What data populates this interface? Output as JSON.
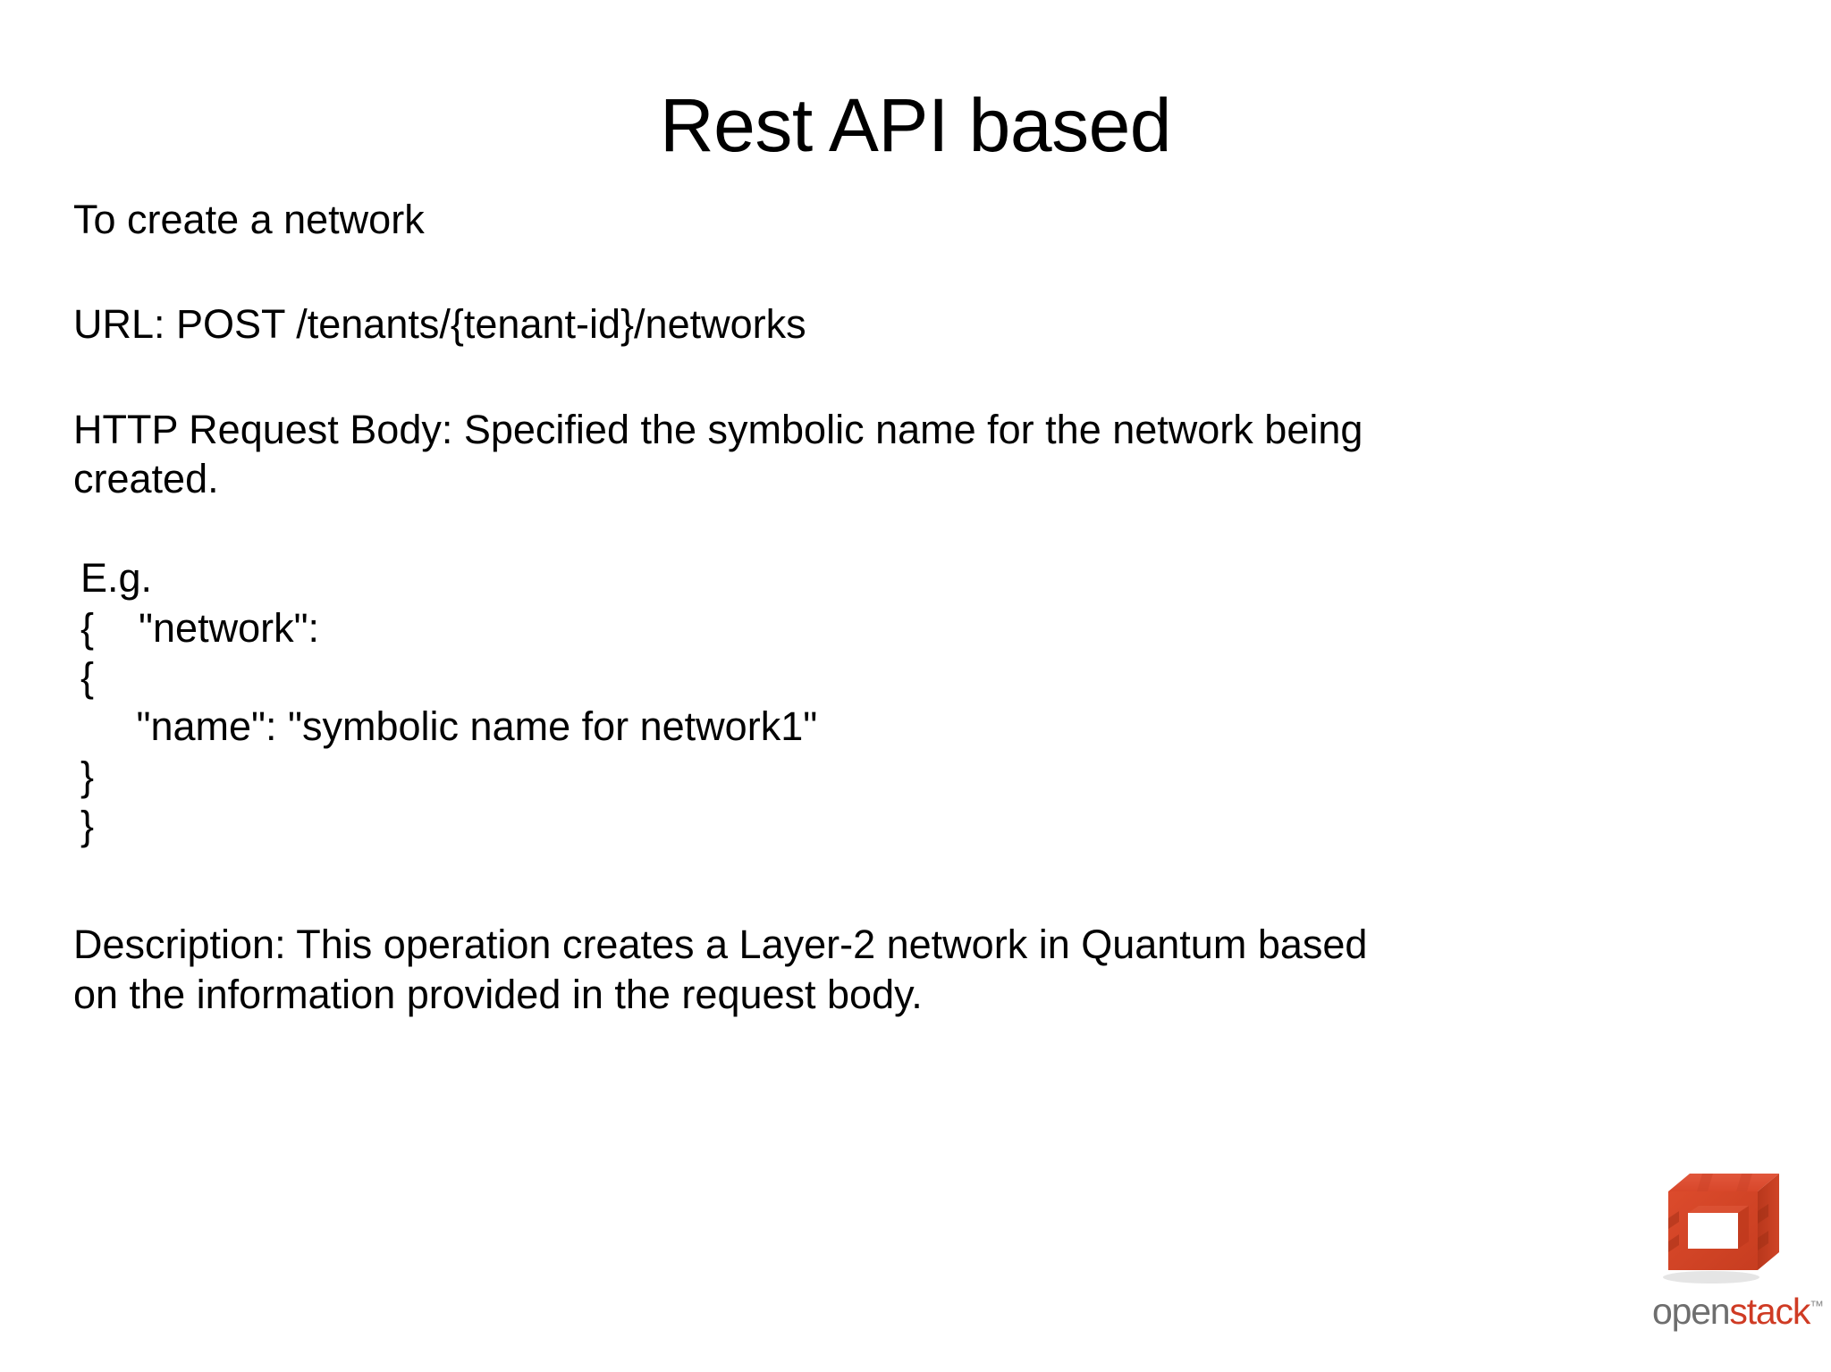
{
  "slide": {
    "title": "Rest API based",
    "intro": "To create a network",
    "url_line": "URL: POST /tenants/{tenant-id}/networks",
    "request_body": "HTTP Request Body: Specified the symbolic name for the network being created.",
    "example_label": "E.g.",
    "example_lines": [
      "{    \"network\":",
      "{",
      "     \"name\": \"symbolic name for network1\"",
      "}",
      "}"
    ],
    "description": "Description: This operation creates a Layer-2 network in Quantum based on the information provided in the request body."
  },
  "logo": {
    "word_open": "open",
    "word_stack": "stack",
    "trademark": "™",
    "mark_icon": "openstack-cube-icon",
    "color_red": "#d9492b",
    "color_red_dark": "#b8371c",
    "color_red_light": "#e4573a",
    "color_gray": "#6e6e6e"
  }
}
